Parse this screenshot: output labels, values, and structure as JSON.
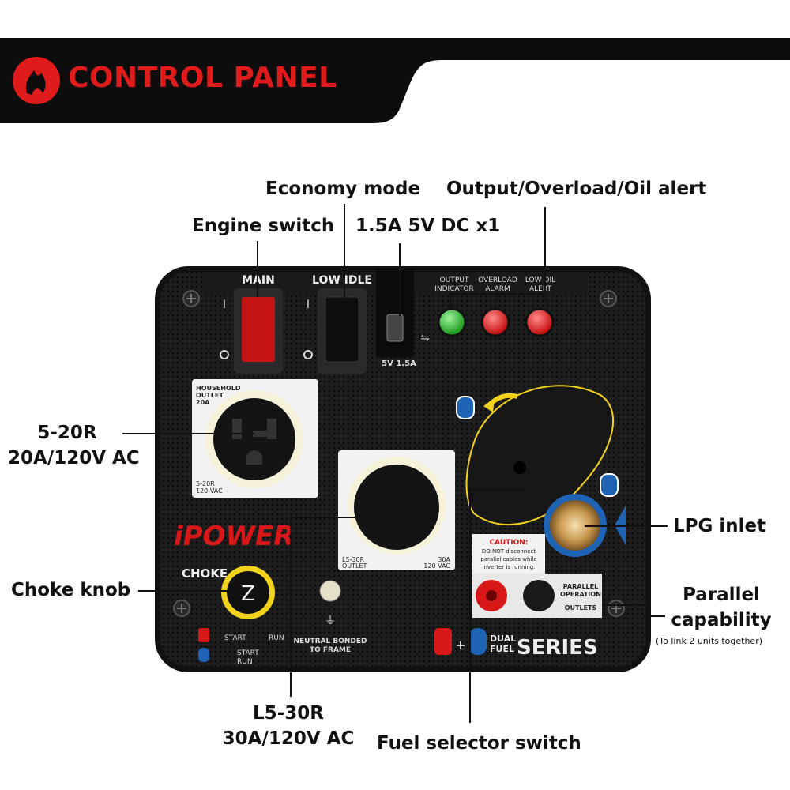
{
  "banner": {
    "title": "CONTROL PANEL"
  },
  "callouts": {
    "economy_mode": "Economy mode",
    "output_alert": "Output/Overload/Oil alert",
    "engine_switch": "Engine switch",
    "usb": "1.5A 5V DC x1",
    "outlet_520_line1": "5-20R",
    "outlet_520_line2": "20A/120V AC",
    "lpg_inlet": "LPG inlet",
    "choke_knob": "Choke knob",
    "parallel_line1": "Parallel",
    "parallel_line2": "capability",
    "parallel_note": "(To link 2 units together)",
    "l530_line1": "L5-30R",
    "l530_line2": "30A/120V AC",
    "fuel_selector": "Fuel selector switch"
  },
  "panel": {
    "main_label": "MAIN",
    "low_idle_label": "LOW IDLE",
    "output_indicator_1": "OUTPUT",
    "output_indicator_2": "INDICATOR",
    "overload_1": "OVERLOAD",
    "overload_2": "ALARM",
    "low_oil_1": "LOW OIL",
    "low_oil_2": "ALERT",
    "usb_spec": "5V 1.5A",
    "household_1": "HOUSEHOLD",
    "household_2": "OUTLET",
    "household_3": "20A",
    "r520_1": "5-20R",
    "r520_2": "120 VAC",
    "l530_1": "L5-30R",
    "l530_2": "OUTLET",
    "l530_amp_1": "30A",
    "l530_amp_2": "120 VAC",
    "brand": "iPOWER",
    "choke": "CHOKE",
    "start": "START",
    "run": "RUN",
    "start2": "START",
    "run2": "RUN",
    "neutral_1": "NEUTRAL BONDED",
    "neutral_2": "TO FRAME",
    "caution_title": "CAUTION:",
    "caution_1": "DO NOT disconnect",
    "caution_2": "parallel cables while",
    "caution_3": "inverter is running.",
    "parallel_1": "PARALLEL",
    "parallel_2": "OPERATION",
    "parallel_3": "OUTLETS",
    "dual": "DUAL",
    "fuel": "FUEL",
    "series": "SERIES"
  },
  "colors": {
    "brand_red": "#e01b1b",
    "panel_black": "#1b1b1b",
    "led_green": "#2fb52f",
    "led_red": "#e11c1c",
    "knob_yellow": "#f2d21a",
    "lpg_blue": "#1f63b5"
  }
}
